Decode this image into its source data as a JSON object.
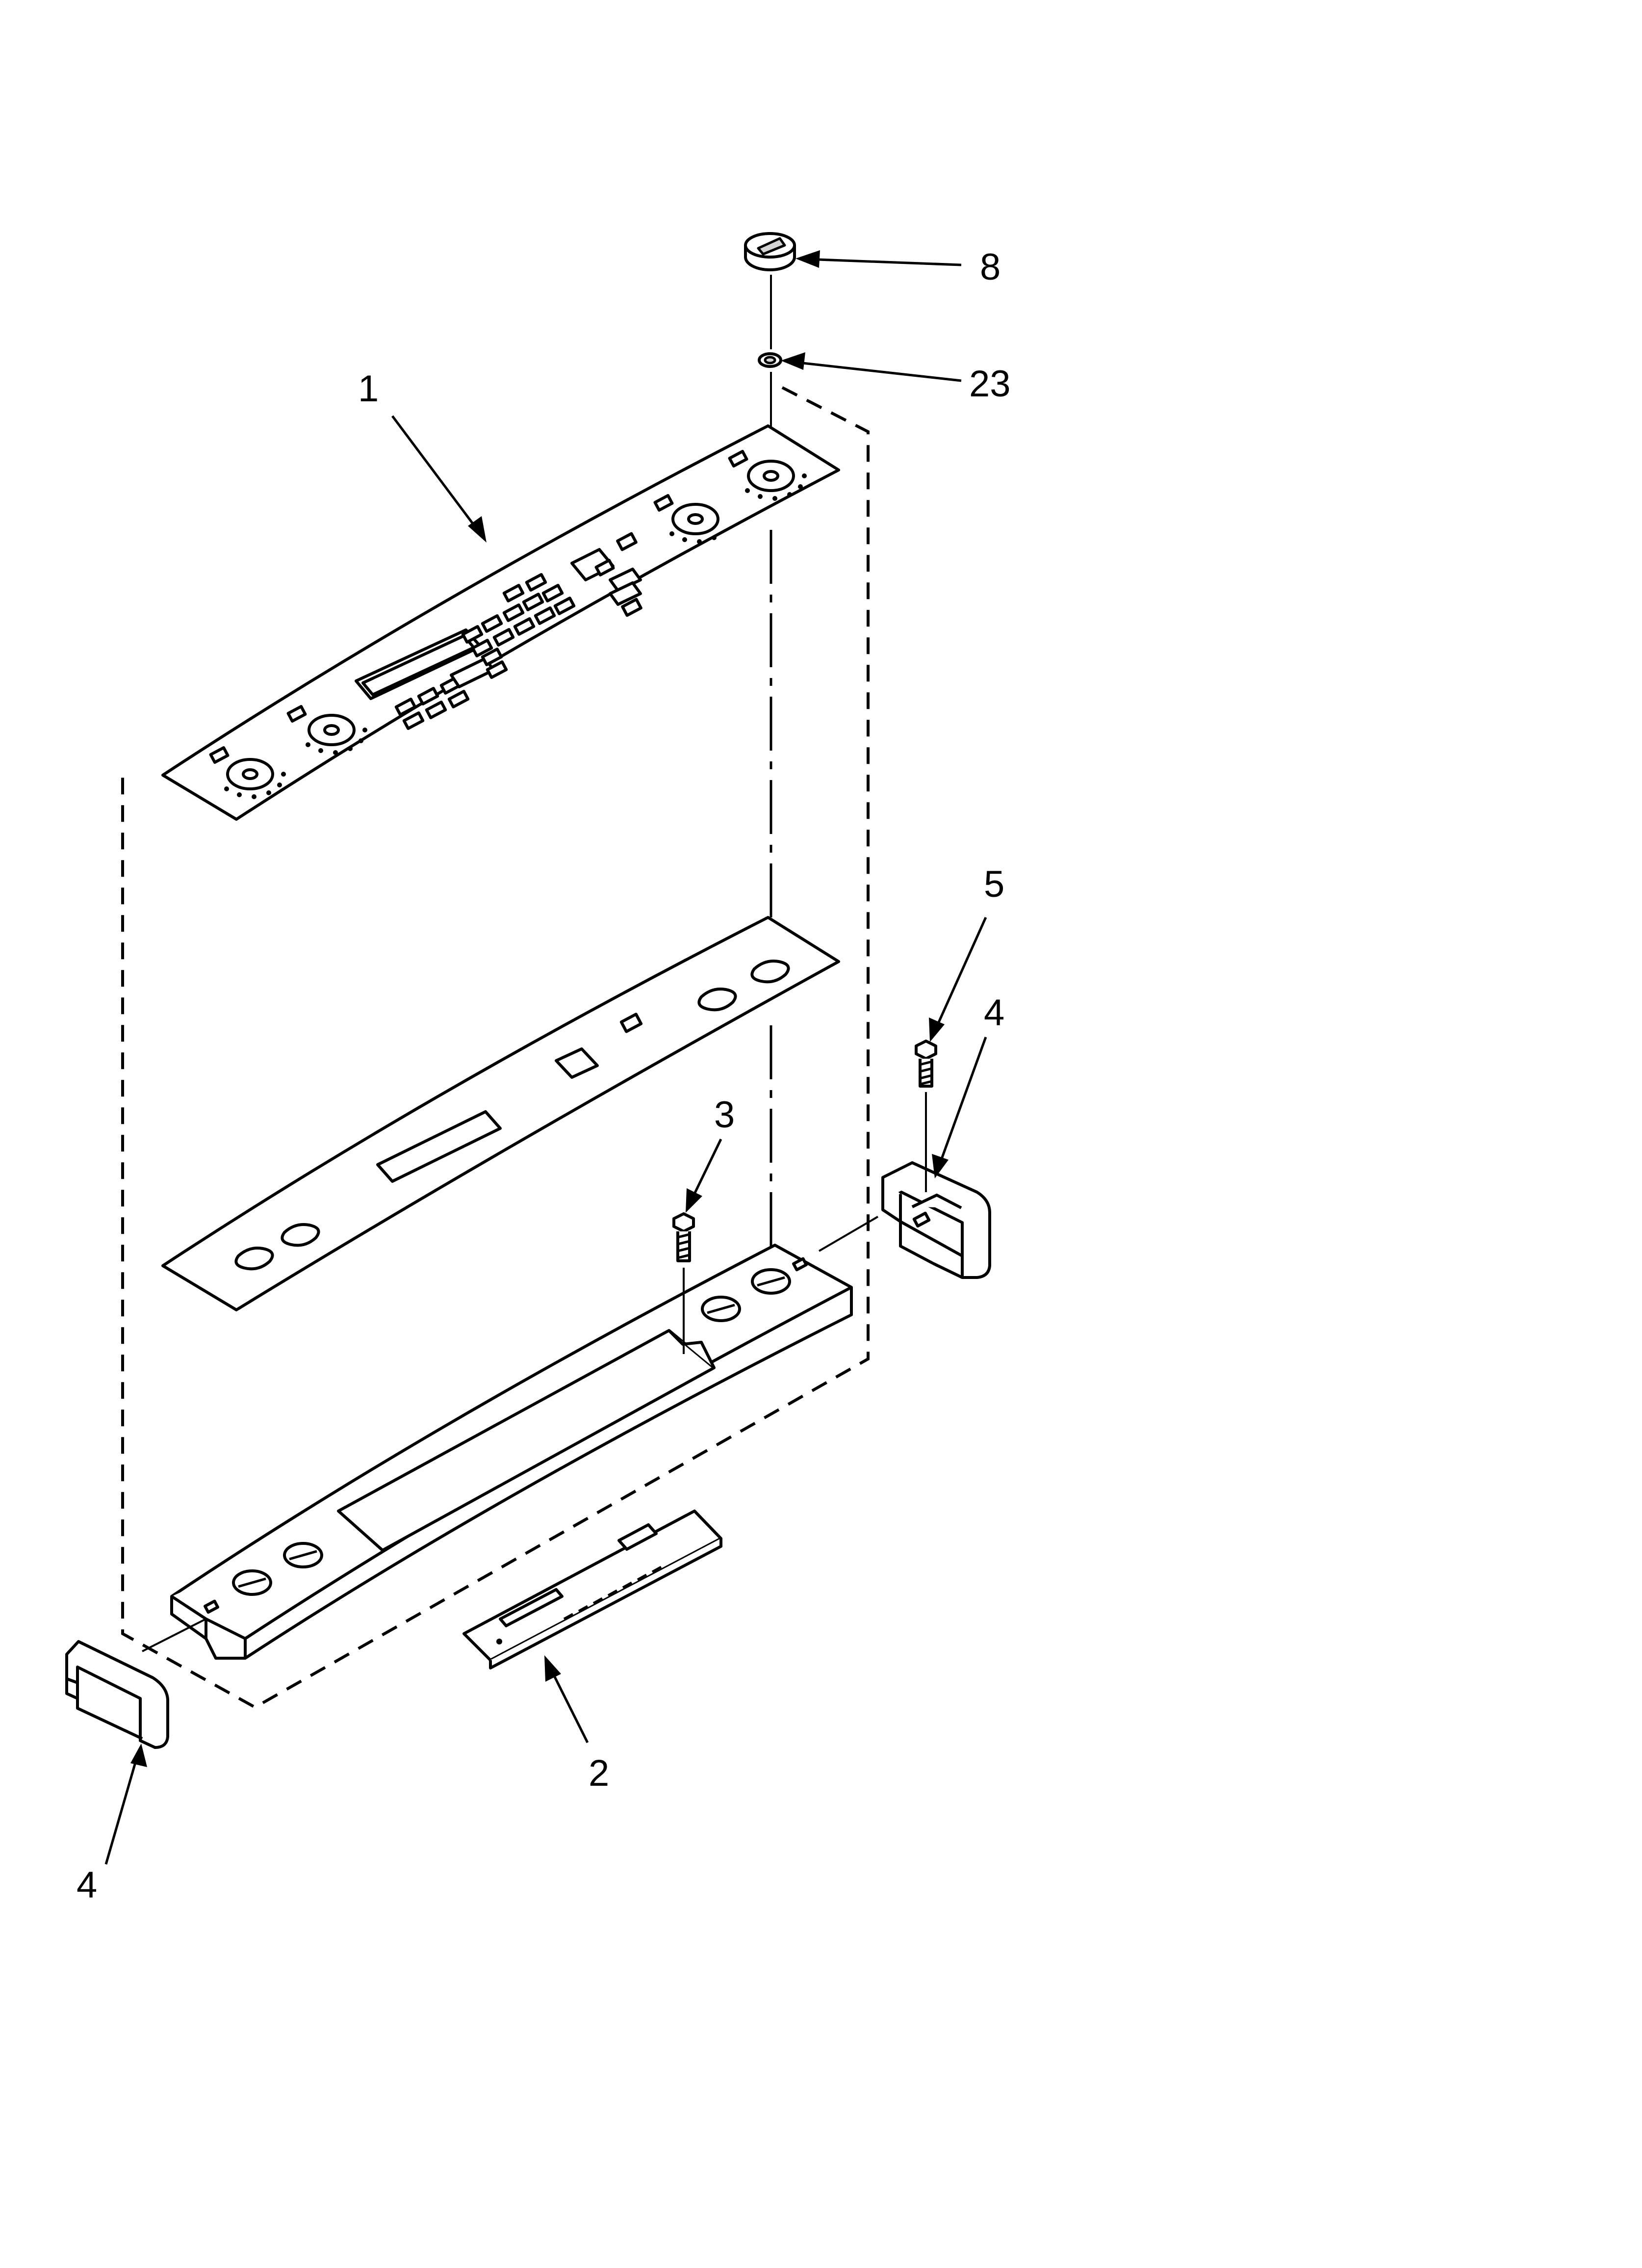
{
  "callouts": {
    "c8": "8",
    "c23": "23",
    "c1": "1",
    "c5": "5",
    "c4_right": "4",
    "c3": "3",
    "c2": "2",
    "c4_left": "4"
  }
}
